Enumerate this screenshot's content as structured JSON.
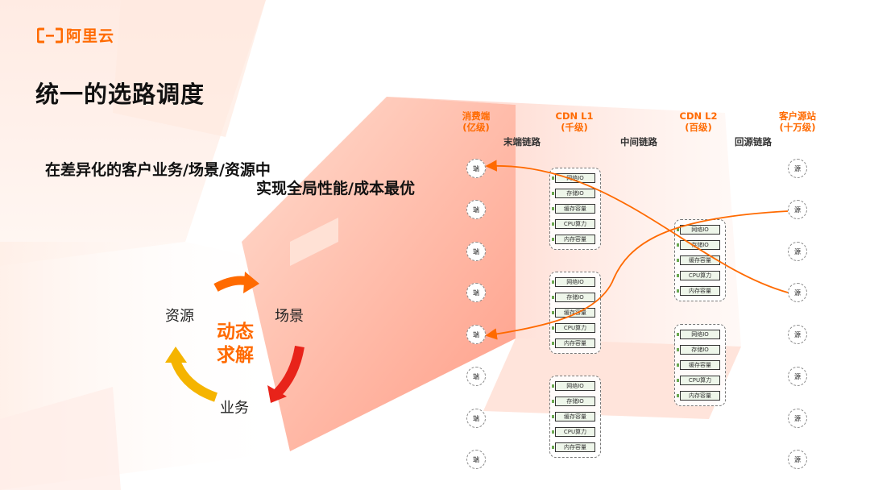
{
  "logo": {
    "text": "阿里云"
  },
  "title": "统一的选路调度",
  "subtitle": {
    "line1": "在差异化的客户业务/场景/资源中",
    "line2": "实现全局性能/成本最优"
  },
  "cycle": {
    "resource": "资源",
    "scene": "场景",
    "business": "业务",
    "center_line1": "动态",
    "center_line2": "求解"
  },
  "columns": {
    "consumer": {
      "name": "消费端",
      "scale": "(亿级)"
    },
    "l1": {
      "name": "CDN L1",
      "scale": "(千级)"
    },
    "l2": {
      "name": "CDN L2",
      "scale": "(百级)"
    },
    "origin": {
      "name": "客户源站",
      "scale": "(十万级)"
    }
  },
  "links": {
    "last_mile": "末端链路",
    "middle": "中间链路",
    "back_to_origin": "回源链路"
  },
  "node_labels": {
    "consumer": "端",
    "origin": "源"
  },
  "resources": [
    "网络IO",
    "存储IO",
    "缓存容量",
    "CPU算力",
    "内存容量"
  ],
  "colors": {
    "accent": "#ff6a00",
    "red": "#e8231a",
    "yellow": "#f5b400"
  }
}
